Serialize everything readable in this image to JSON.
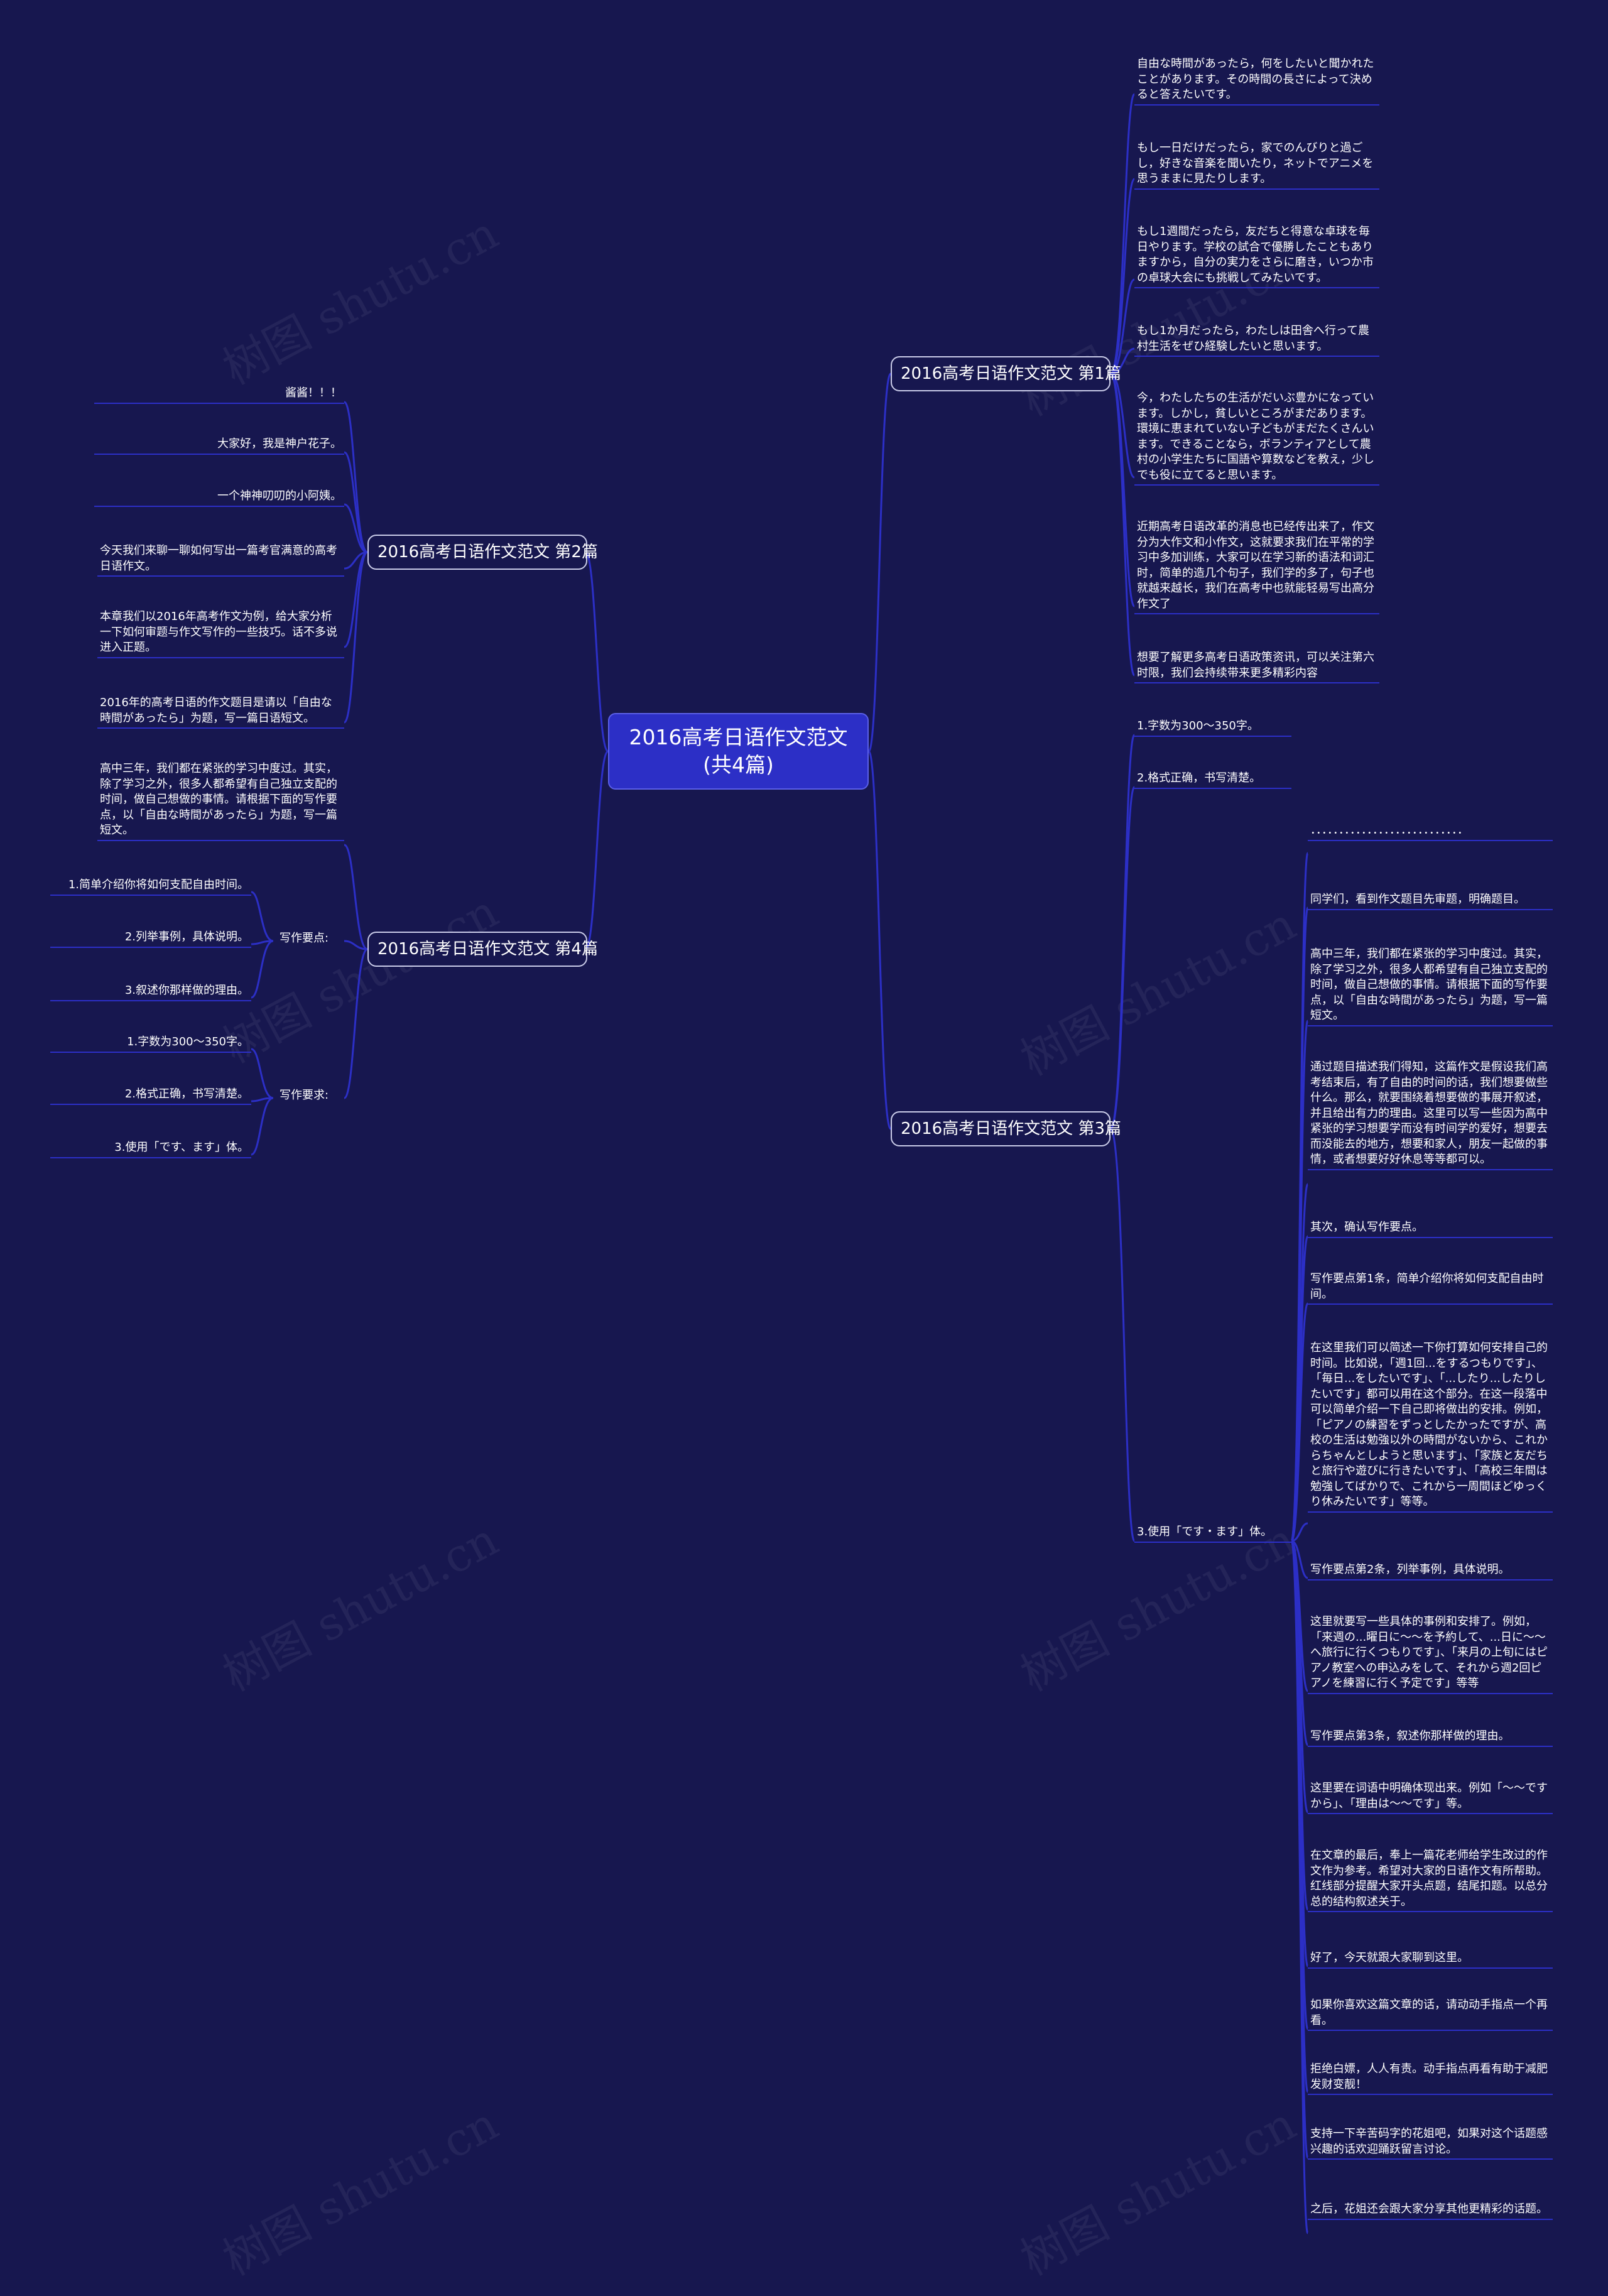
{
  "root": "2016高考日语作文范文(共4篇)",
  "branches": {
    "b1": "2016高考日语作文范文 第1篇",
    "b2": "2016高考日语作文范文 第2篇",
    "b3": "2016高考日语作文范文 第3篇",
    "b4": "2016高考日语作文范文 第4篇"
  },
  "b1_leaves": [
    "自由な時間があったら，何をしたいと聞かれたことがあります。その時間の長さによって決めると答えたいです。",
    "もし一日だけだったら，家でのんびりと過ごし，好きな音楽を聞いたり，ネットでアニメを思うままに見たりします。",
    "もし1週間だったら，友だちと得意な卓球を毎日やります。学校の試合で優勝したこともありますから，自分の実力をさらに磨き，いつか市の卓球大会にも挑戦してみたいです。",
    "もし1か月だったら，わたしは田舎へ行って農村生活をぜひ経験したいと思います。",
    "今，わたしたちの生活がだいぶ豊かになっています。しかし，貧しいところがまだあります。環境に恵まれていない子どもがまだたくさんいます。できることなら，ボランティアとして農村の小学生たちに国語や算数などを教え，少しでも役に立てると思います。",
    "近期高考日语改革的消息也已经传出来了，作文分为大作文和小作文，这就要求我们在平常的学习中多加训练，大家可以在学习新的语法和词汇时，简单的造几个句子，我们学的多了，句子也就越来越长，我们在高考中也就能轻易写出高分作文了",
    "想要了解更多高考日语政策资讯，可以关注第六时限，我们会持续带来更多精彩内容"
  ],
  "b2_leaves": [
    "酱酱！！！",
    "大家好，我是神户花子。",
    "一个神神叨叨的小阿姨。",
    "今天我们来聊一聊如何写出一篇考官满意的高考日语作文。",
    "本章我们以2016年高考作文为例，给大家分析一下如何审题与作文写作的一些技巧。话不多说进入正题。",
    "2016年的高考日语的作文题目是请以「自由な時間があったら」为题，写一篇日语短文。"
  ],
  "b3_direct": [
    "1.字数为300～350字。",
    "2.格式正确，书写清楚。",
    "3.使用「です・ます」体。"
  ],
  "b3_leaves": [
    "．．．．．．．．．．．．．．．．．．．．．．．．．．．",
    "同学们，看到作文题目先审题，明确题目。",
    "高中三年，我们都在紧张的学习中度过。其实，除了学习之外，很多人都希望有自己独立支配的时间，做自己想做的事情。请根据下面的写作要点，以「自由な時間があったら」为题，写一篇短文。",
    "通过题目描述我们得知，这篇作文是假设我们高考结束后，有了自由的时间的话，我们想要做些什么。那么，就要围绕着想要做的事展开叙述，并且给出有力的理由。这里可以写一些因为高中紧张的学习想要学而没有时间学的爱好，想要去而没能去的地方，想要和家人，朋友一起做的事情，或者想要好好休息等等都可以。",
    "其次，确认写作要点。",
    "写作要点第1条，简单介绍你将如何支配自由时间。",
    "在这里我们可以简述一下你打算如何安排自己的时间。比如说，「週1回...をするつもりです」、「毎日...をしたいです」、「...したり...したりしたいです」都可以用在这个部分。在这一段落中可以简单介绍一下自己即将做出的安排。例如，「ピアノの練習をずっとしたかったですが、高校の生活は勉強以外の時間がないから、これからちゃんとしようと思います」、「家族と友だちと旅行や遊びに行きたいです」、「高校三年間は勉強してばかりで、これから一周間ほどゆっくり休みたいです」等等。",
    "写作要点第2条，列举事例，具体说明。",
    "这里就要写一些具体的事例和安排了。例如，「来週の...曜日に～～を予約して、...日に～～へ旅行に行くつもりです」、「来月の上旬にはピアノ教室への申込みをして、それから週2回ピアノを練習に行く予定です」等等",
    "写作要点第3条，叙述你那样做的理由。",
    "这里要在词语中明确体现出来。例如「～～ですから」、「理由は～～です」等。",
    "在文章的最后，奉上一篇花老师给学生改过的作文作为参考。希望对大家的日语作文有所帮助。红线部分提醒大家开头点题，结尾扣题。以总分总的结构叙述关于。",
    "好了，今天就跟大家聊到这里。",
    "如果你喜欢这篇文章的话，请动动手指点一个再看。",
    "拒绝白嫖，人人有责。动手指点再看有助于减肥发财变靓！",
    "支持一下辛苦码字的花姐吧，如果对这个话题感兴趣的话欢迎踊跃留言讨论。",
    "之后，花姐还会跟大家分享其他更精彩的话题。"
  ],
  "b4_intro": "高中三年，我们都在紧张的学习中度过。其实，除了学习之外，很多人都希望有自己独立支配的时间，做自己想做的事情。请根据下面的写作要点，以「自由な時間があったら」为题，写一篇短文。",
  "b4_sub1": {
    "label": "写作要点:",
    "items": [
      "1.简单介绍你将如何支配自由时间。",
      "2.列举事例，具体说明。",
      "3.叙述你那样做的理由。"
    ]
  },
  "b4_sub2": {
    "label": "写作要求:",
    "items": [
      "1.字数为300～350字。",
      "2.格式正确，书写清楚。",
      "3.使用「です、ます」体。"
    ]
  },
  "watermark": "树图 shutu.cn",
  "colors": {
    "bg": "#17174f",
    "line": "#2c2fc6",
    "root": "#2c2fc6"
  }
}
